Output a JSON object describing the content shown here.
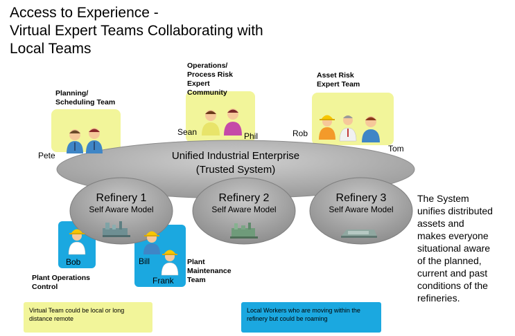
{
  "title": {
    "line1": "Access to Experience -",
    "line2": "Virtual Expert Teams Collaborating with",
    "line3": "Local Teams"
  },
  "enterprise": {
    "line1": "Unified Industrial Enterprise",
    "line2": "(Trusted System)"
  },
  "refineries": [
    {
      "name": "Refinery 1",
      "model": "Self Aware Model"
    },
    {
      "name": "Refinery 2",
      "model": "Self Aware Model"
    },
    {
      "name": "Refinery 3",
      "model": "Self Aware Model"
    }
  ],
  "teams": {
    "planning": {
      "label_line1": "Planning/",
      "label_line2": "Scheduling Team",
      "member": "Pete"
    },
    "operations": {
      "label_line1": "Operations/",
      "label_line2": "Process Risk",
      "label_line3": "Expert",
      "label_line4": "Community",
      "member1": "Sean",
      "member2": "Phil"
    },
    "asset": {
      "label_line1": "Asset Risk",
      "label_line2": "Expert Team",
      "member1": "Rob",
      "member2": "Tom"
    },
    "plant_ops": {
      "label_line1": "Plant Operations",
      "label_line2": "Control",
      "member": "Bob"
    },
    "maintenance": {
      "label_line1": "Plant",
      "label_line2": "Maintenance",
      "label_line3": "Team",
      "member1": "Bill",
      "member2": "Frank"
    }
  },
  "description": {
    "lines": [
      "The System",
      "unifies distributed",
      "assets and",
      "makes everyone",
      "situational aware",
      "of the planned,",
      "current and past",
      "conditions of the",
      "refineries."
    ]
  },
  "legend": {
    "virtual_note": "Virtual Team could be local or long distance remote",
    "local_note": "Local Workers who are moving within the refinery but could be roaming"
  },
  "colors": {
    "virtual_team_box": "#f2f59a",
    "local_team_box": "#1ba8e0",
    "ellipse_gray": "#a8a8a8",
    "hardhat": "#f7c600"
  }
}
